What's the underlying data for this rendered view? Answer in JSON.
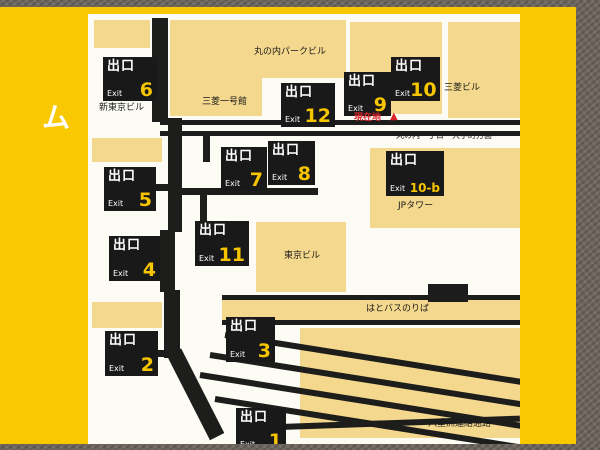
{
  "sign": {
    "side_text": "ム"
  },
  "map": {
    "exit_word_jp": "出口",
    "exit_word_en": "Exit",
    "exits": [
      {
        "id": "exit-6",
        "number": "6"
      },
      {
        "id": "exit-12",
        "number": "12"
      },
      {
        "id": "exit-9",
        "number": "9"
      },
      {
        "id": "exit-10",
        "number": "10"
      },
      {
        "id": "exit-7",
        "number": "7"
      },
      {
        "id": "exit-8",
        "number": "8"
      },
      {
        "id": "exit-10b",
        "number": "10-b"
      },
      {
        "id": "exit-5",
        "number": "5"
      },
      {
        "id": "exit-11",
        "number": "11"
      },
      {
        "id": "exit-4",
        "number": "4"
      },
      {
        "id": "exit-3",
        "number": "3"
      },
      {
        "id": "exit-2",
        "number": "2"
      },
      {
        "id": "exit-1",
        "number": "1"
      }
    ],
    "buildings": {
      "marunouchi_park": "丸の内パークビル",
      "mitsubishi_ichigokan": "三菱一号館",
      "mitsubishi_bldg": "三菱ビル",
      "shin_tokyo_bldg": "新東京ビル",
      "jp_tower": "JPタワー",
      "tokyo_bldg": "東京ビル",
      "hato_bus_stop": "はとバスのりば",
      "yaesu_passage": "八重洲連絡通路"
    },
    "markers": {
      "current_location": "現在地",
      "current_location_symbol": "▲",
      "direction_note": "丸の内一丁目・大手町方面"
    },
    "colors": {
      "sign_yellow": "#f8c800",
      "building_beige": "#f4d88d",
      "road_black": "#1d1d1b",
      "exit_number_yellow": "#f6c500",
      "marker_red": "#d8242c"
    }
  }
}
